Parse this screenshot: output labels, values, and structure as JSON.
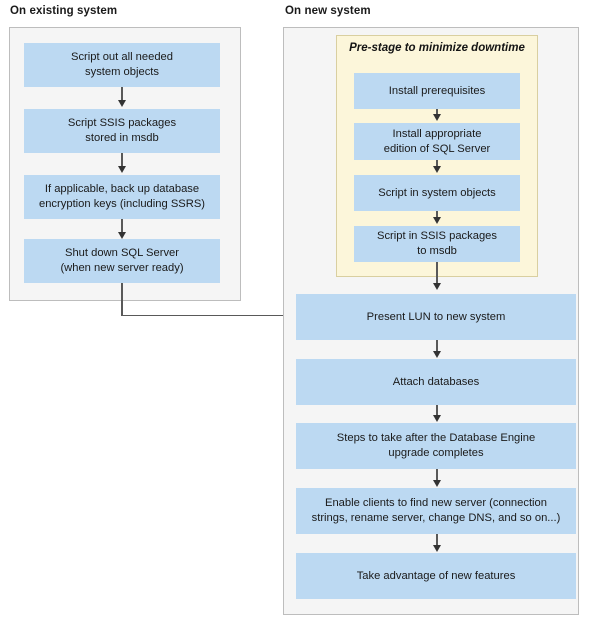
{
  "diagram": {
    "title_existing": "On existing system",
    "title_new": "On new system",
    "prestage_title": "Pre-stage to minimize downtime",
    "colors": {
      "node_fill": "#bcd9f2",
      "panel_fill": "#f5f5f5",
      "panel_border": "#bdbdbd",
      "prestage_fill": "#fcf6da",
      "prestage_border": "#d9cfa0",
      "arrow": "#595959",
      "text": "#1a1a1a"
    },
    "existing_system": {
      "nodes": [
        {
          "id": "script-out-system-objects",
          "line1": "Script out all needed",
          "line2": "system objects"
        },
        {
          "id": "script-ssis-packages",
          "line1": "Script SSIS packages",
          "line2": "stored in msdb"
        },
        {
          "id": "backup-encryption-keys",
          "line1": "If applicable, back up database",
          "line2": "encryption keys (including SSRS)"
        },
        {
          "id": "shut-down-sql-server",
          "line1": "Shut down SQL Server",
          "line2": "(when new server ready)"
        }
      ]
    },
    "new_system": {
      "prestage_nodes": [
        {
          "id": "install-prerequisites",
          "line1": "Install prerequisites",
          "line2": ""
        },
        {
          "id": "install-sql-server-edition",
          "line1": "Install appropriate",
          "line2": "edition of SQL Server"
        },
        {
          "id": "script-in-system-objects",
          "line1": "Script in system objects",
          "line2": ""
        },
        {
          "id": "script-in-ssis-packages",
          "line1": "Script in SSIS packages",
          "line2": "to msdb"
        }
      ],
      "main_nodes": [
        {
          "id": "present-lun",
          "line1": "Present LUN to new system",
          "line2": ""
        },
        {
          "id": "attach-databases",
          "line1": "Attach databases",
          "line2": ""
        },
        {
          "id": "post-upgrade-steps",
          "line1": "Steps to take after the Database Engine",
          "line2": "upgrade completes"
        },
        {
          "id": "enable-clients",
          "line1": "Enable clients to find new server (connection",
          "line2": "strings, rename server, change DNS, and so on...)"
        },
        {
          "id": "take-advantage-features",
          "line1": "Take advantage of new features",
          "line2": ""
        }
      ]
    }
  }
}
